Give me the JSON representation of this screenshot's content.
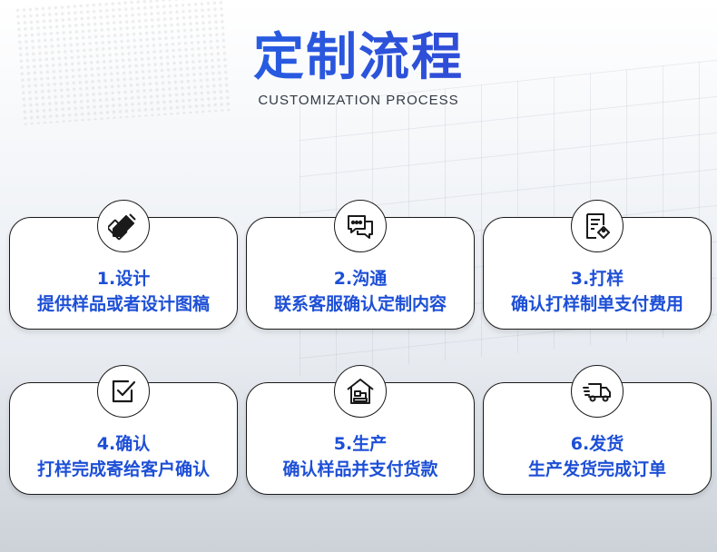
{
  "header": {
    "title": "定制流程",
    "subtitle": "CUSTOMIZATION PROCESS"
  },
  "colors": {
    "accent": "#1d4fd6",
    "title_gradient_start": "#1c6ff0",
    "title_gradient_end": "#3b3fc8",
    "border": "#1a1a1a"
  },
  "steps": [
    {
      "title": "1.设计",
      "desc": "提供样品或者设计图稿",
      "icon": "pencil-ruler-icon"
    },
    {
      "title": "2.沟通",
      "desc": "联系客服确认定制内容",
      "icon": "chat-bubbles-icon"
    },
    {
      "title": "3.打样",
      "desc": "确认打样制单支付费用",
      "icon": "document-tag-icon"
    },
    {
      "title": "4.确认",
      "desc": "打样完成寄给客户确认",
      "icon": "checkbox-icon"
    },
    {
      "title": "5.生产",
      "desc": "确认样品并支付货款",
      "icon": "factory-house-icon"
    },
    {
      "title": "6.发货",
      "desc": "生产发货完成订单",
      "icon": "delivery-truck-icon"
    }
  ]
}
